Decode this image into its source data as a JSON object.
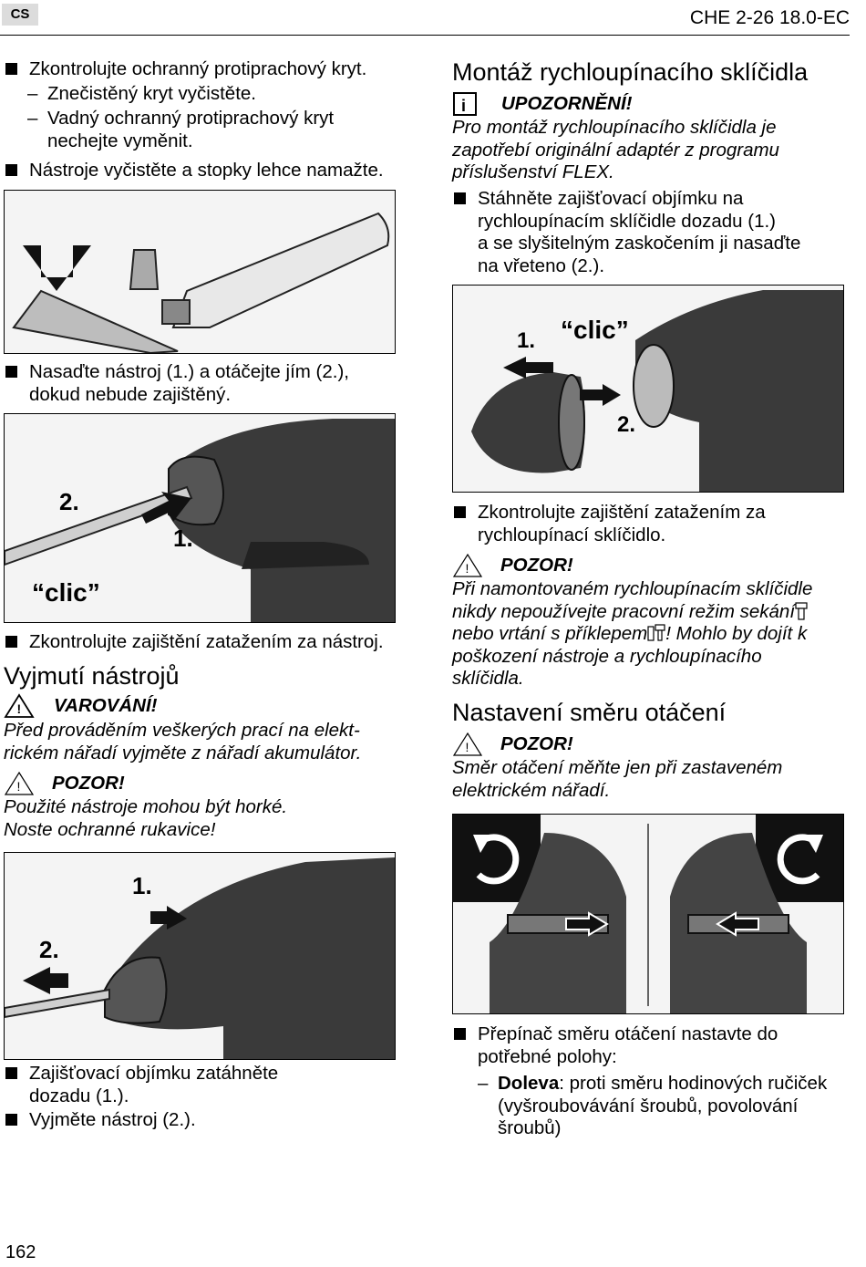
{
  "header": {
    "lang": "CS",
    "model": "CHE 2-26 18.0-EC"
  },
  "left": {
    "b1": "Zkontrolujte ochranný protiprachový kryt.",
    "d1": "Znečistěný kryt vyčistěte.",
    "d2a": "Vadný ochranný protiprachový kryt",
    "d2b": "nechejte vyměnit.",
    "b2": "Nástroje vyčistěte a stopky lehce namažte.",
    "b3a": "Nasaďte nástroj (1.) a otáčejte jím  (2.),",
    "b3b": "dokud nebude zajištěný.",
    "b4": "Zkontrolujte zajištění zatažením za nástroj.",
    "h_removal": "Vyjmutí nástrojů",
    "warn_title": "VAROVÁNÍ!",
    "warn_1": "Před prováděním veškerých prací na elekt-",
    "warn_2": "rickém nářadí vyjměte z nářadí akumulátor.",
    "caution_title": "POZOR!",
    "caution_1": "Použité nástroje mohou být horké.",
    "caution_2": "Noste ochranné rukavice!",
    "b5a": "Zajišťovací objímku zatáhněte",
    "b5b": "dozadu (1.).",
    "b6": "Vyjměte nástroj (2.)."
  },
  "right": {
    "h_chuck": "Montáž rychloupínacího sklíčidla",
    "note_title": "UPOZORNĚNÍ!",
    "note_1": "Pro montáž rychloupínacího sklíčidla je",
    "note_2": "zapotřebí originální adaptér z programu",
    "note_3": "příslušenství FLEX.",
    "b1a": "Stáhněte zajišťovací objímku na",
    "b1b": "rychloupínacím sklíčidle dozadu (1.)",
    "b1c": "a se slyšitelným zaskočením ji nasaďte",
    "b1d": "na vřeteno (2.).",
    "b2a": "Zkontrolujte zajištění zatažením za",
    "b2b": "rychloupínací sklíčidlo.",
    "caution_title": "POZOR!",
    "c1": "Při namontovaném rychloupínacím sklíčidle",
    "c2": "nikdy nepoužívejte pracovní režim sekání",
    "c3a": "nebo vrtání s příklepem",
    "c3b": "! Mohlo by dojít k",
    "c4": "poškození nástroje a rychloupínacího",
    "c5": "sklíčidla.",
    "h_direction": "Nastavení směru otáčení",
    "caution2_title": "POZOR!",
    "c2_1": "Směr otáčení měňte jen při zastaveném",
    "c2_2": "elektrickém nářadí.",
    "b3a": "Přepínač směru otáčení nastavte do",
    "b3b": "potřebné polohy:",
    "d1_bold": "Doleva",
    "d1_rest": ": proti směru hodinových ručiček",
    "d1_b": "(vyšroubovávání šroubů, povolování",
    "d1_c": "šroubů)"
  },
  "figures": {
    "step1": "1.",
    "step2": "2.",
    "clic": "“clic”"
  },
  "footer": {
    "page": "162"
  }
}
